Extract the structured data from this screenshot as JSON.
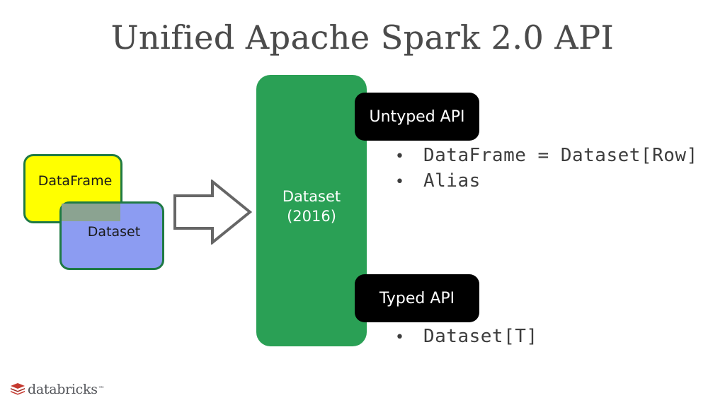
{
  "slide": {
    "title": "Unified Apache Spark 2.0 API",
    "background_color": "#ffffff"
  },
  "legacy_apis": {
    "dataframe": {
      "label": "DataFrame",
      "fill_color": "#ffff00",
      "border_color": "#1f7a44"
    },
    "dataset": {
      "label": "Dataset",
      "fill_color": "#8c9cf2",
      "border_color": "#1f7a44"
    },
    "overlap_color": "#8ba391"
  },
  "arrow": {
    "icon": "right-arrow-icon",
    "stroke_color": "#666666",
    "fill_color": "#ffffff"
  },
  "unified": {
    "name": "Dataset",
    "year": "(2016)",
    "fill_color": "#2aa055",
    "text_color": "#ffffff"
  },
  "untyped_api": {
    "pill_label": "Untyped API",
    "bullets": [
      {
        "marker": "•",
        "text": "DataFrame = Dataset[Row]"
      },
      {
        "marker": "•",
        "text": "Alias"
      }
    ]
  },
  "typed_api": {
    "pill_label": "Typed API",
    "bullets": [
      {
        "marker": "•",
        "text": "Dataset[T]"
      }
    ]
  },
  "footer": {
    "brand": "databricks",
    "trademark": "™",
    "logo_color": "#c5392f",
    "logo_color_dark": "#9e2b22",
    "wordmark_color": "#53555a"
  }
}
